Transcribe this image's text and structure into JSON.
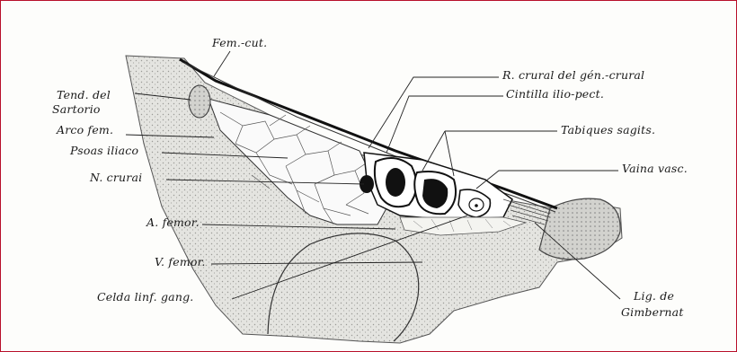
{
  "figure": {
    "border_color": "#b8102a",
    "labels": {
      "fem_cut": "Fem.-cut.",
      "tend_del": "Tend. del",
      "sartorio": "Sartorio",
      "arco_fem": "Arco fem.",
      "psoas_iliaco": "Psoas iliaco",
      "n_crural": "N. crurai",
      "a_femor": "A. femor.",
      "v_femor": "V. femor.",
      "celda": "Celda linf. gang.",
      "r_crural": "R. crural del gén.-crural",
      "cintilla": "Cintilla ilio-pect.",
      "tabiques": "Tabiques sagits.",
      "vaina": "Vaina vasc.",
      "lig_de": "Lig. de",
      "gimbernat": "Gimbernat"
    }
  }
}
